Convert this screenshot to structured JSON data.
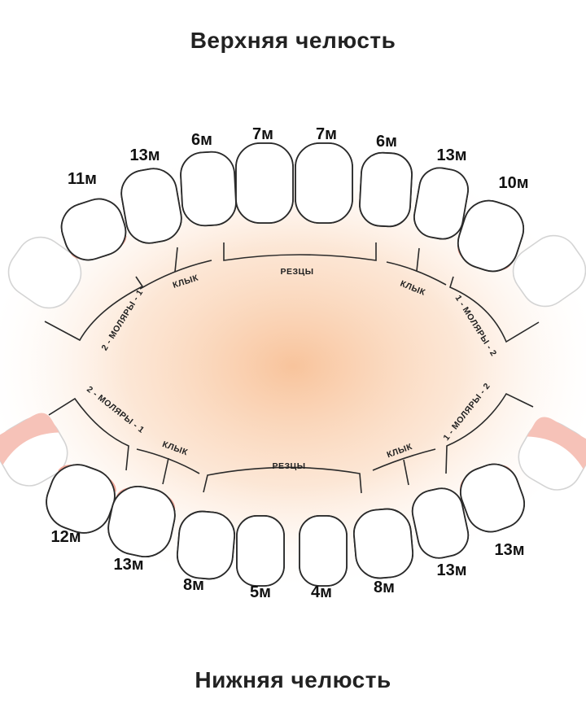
{
  "titles": {
    "upper": "Верхняя челюсть",
    "lower": "Нижняя челюсть"
  },
  "colors": {
    "gum": "#f1a596",
    "glow": "#f8c9a3",
    "outline": "#2a2a2a",
    "ghost_outline": "#d4d4d4"
  },
  "upper_jaw": {
    "teeth_ages": [
      "11м",
      "13м",
      "6м",
      "7м",
      "7м",
      "6м",
      "13м",
      "10м"
    ],
    "groups": {
      "molars_left": "2 - МОЛЯРЫ - 1",
      "canine_left": "КЛЫК",
      "incisors": "РЕЗЦЫ",
      "canine_right": "КЛЫК",
      "molars_right": "1 - МОЛЯРЫ - 2"
    }
  },
  "lower_jaw": {
    "teeth_ages": [
      "12м",
      "13м",
      "8м",
      "5м",
      "4м",
      "8м",
      "13м",
      "13м"
    ],
    "groups": {
      "molars_left": "2 - МОЛЯРЫ - 1",
      "canine_left": "КЛЫК",
      "incisors": "РЕЗЦЫ",
      "canine_right": "КЛЫК",
      "molars_right": "1 - МОЛЯРЫ - 2"
    }
  }
}
